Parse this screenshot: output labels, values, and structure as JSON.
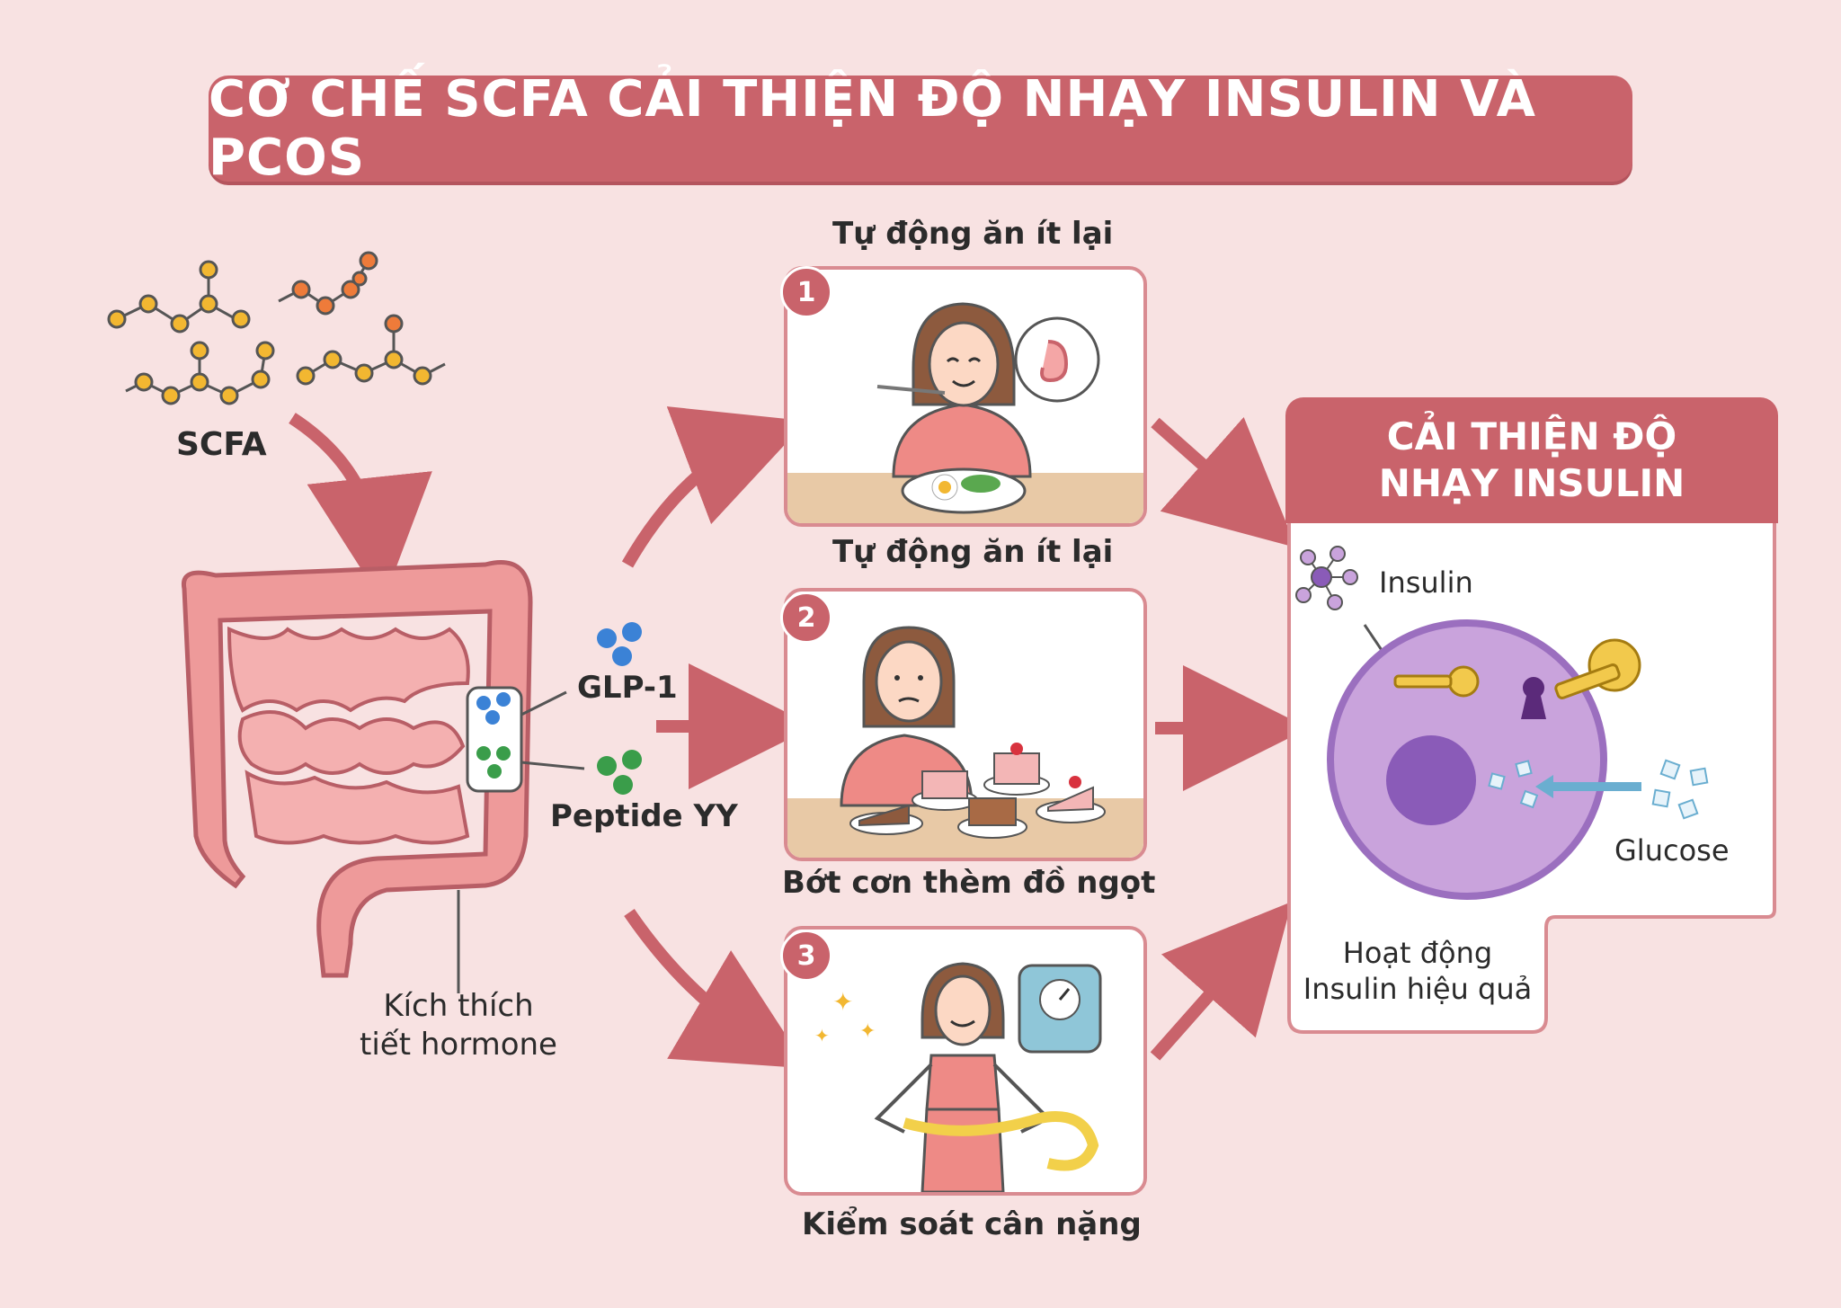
{
  "title": "CƠ CHẾ SCFA CẢI THIỆN ĐỘ NHẠY INSULIN VÀ PCOS",
  "scfa_label": "SCFA",
  "gut": {
    "glp1_label": "GLP-1",
    "pyy_label": "Peptide YY",
    "caption": "Kích thích\ntiết hormone"
  },
  "steps": [
    {
      "number": "1",
      "top_label": "Tự động ăn ít lại"
    },
    {
      "number": "2",
      "top_label": "Tự động ăn ít lại",
      "bottom_label": "Bớt cơn thèm đồ ngọt"
    },
    {
      "number": "3",
      "bottom_label": "Kiểm soát cân nặng"
    }
  ],
  "result": {
    "header": "CẢI THIỆN ĐỘ\nNHẠY INSULIN",
    "insulin_label": "Insulin",
    "glucose_label": "Glucose",
    "caption": "Hoạt động\nInsulin hiệu quả"
  },
  "colors": {
    "background": "#f8e2e2",
    "accent": "#c9636b",
    "arrow": "#c9636b",
    "gut": "#ee9a9a",
    "cell": "#c9a3dc",
    "glp1_dots": "#3b82d6",
    "pyy_dots": "#3a9d4a",
    "scfa_atoms": "#f2b731"
  }
}
